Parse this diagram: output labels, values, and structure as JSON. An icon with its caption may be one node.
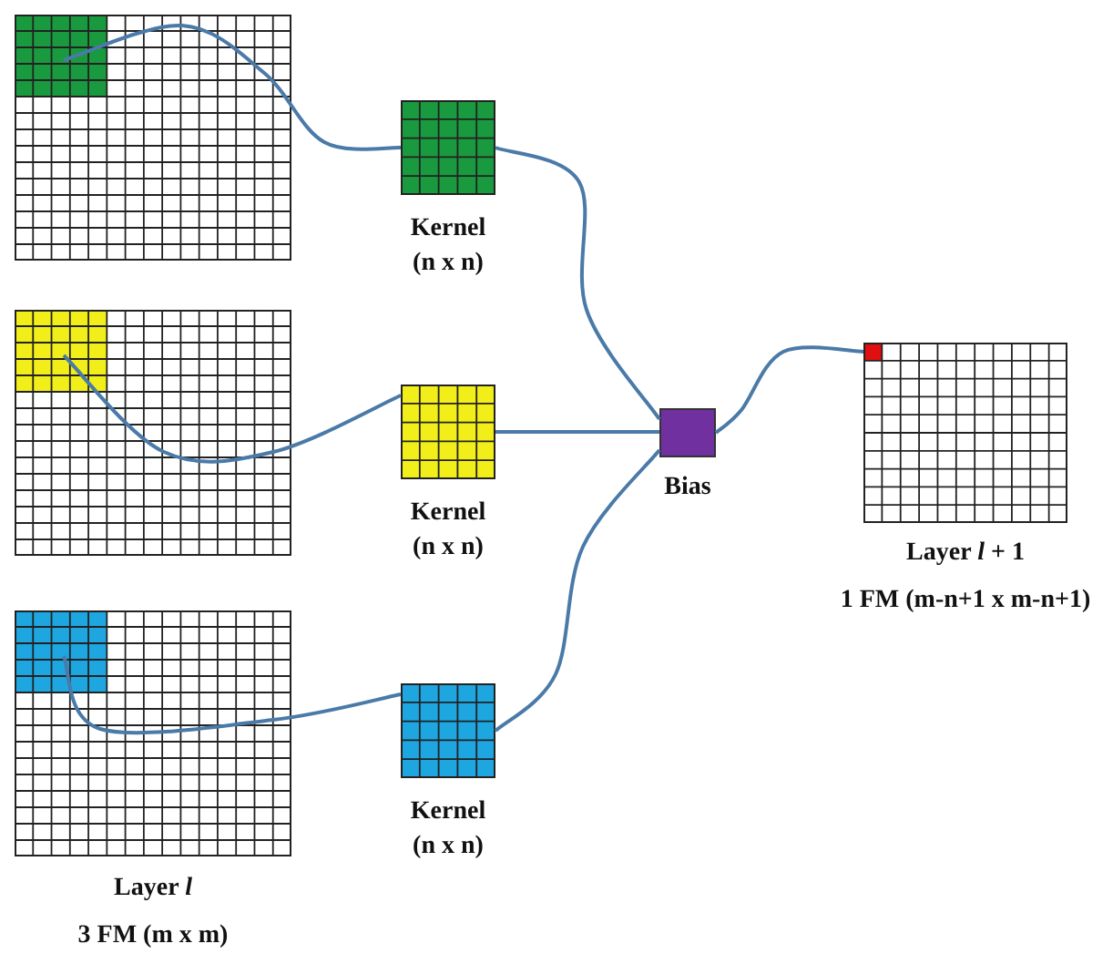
{
  "diagram": {
    "nodes": [
      {
        "text": [],
        "shape": "box"
      },
      {
        "text": [
          "Kernel (n x n)"
        ]
      },
      {
        "text": [],
        "shape": "box"
      },
      {
        "text": [
          "Kernel (n x n)"
        ]
      },
      {
        "text": [],
        "shape": "box"
      },
      {
        "text": [
          "Kernel (n x n)"
        ]
      },
      {
        "text": [
          "Bias"
        ]
      },
      {
        "text": [
          "Layer *l* + 1",
          "1 FM (m-n+1 x m-n+1)"
        ]
      }
    ],
    "edges": [
      {
        "from": 0,
        "to": 1,
        "arrow": "none"
      },
      {
        "from": 2,
        "to": 3,
        "arrow": "none"
      },
      {
        "from": 4,
        "to": 5,
        "arrow": "none"
      },
      {
        "from": 1,
        "to": 6,
        "arrow": "none"
      },
      {
        "from": 3,
        "to": 6,
        "arrow": "none"
      },
      {
        "from": 5,
        "to": 6,
        "arrow": "none"
      },
      {
        "from": 6,
        "to": 7,
        "arrow": "none"
      }
    ],
    "labels": [
      "Layer *l*",
      "3 FM (m x m)"
    ]
  }
}
